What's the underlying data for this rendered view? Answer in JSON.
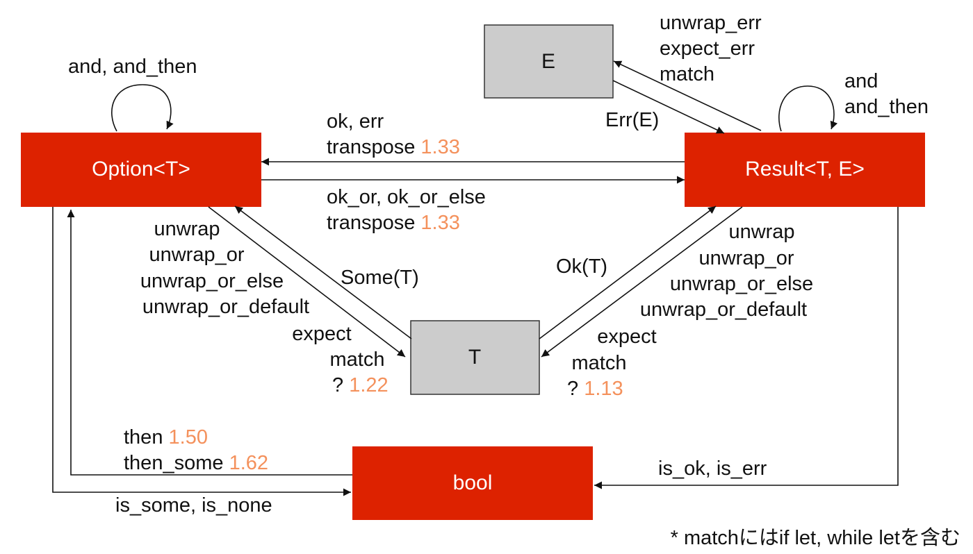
{
  "colors": {
    "red_node": "#dd2200",
    "gray_node": "#cccccc",
    "version": "#f4915c"
  },
  "nodes": {
    "option": "Option<T>",
    "result": "Result<T, E>",
    "e": "E",
    "t": "T",
    "bool": "bool"
  },
  "edges": {
    "option_self": "and, and_then",
    "result_self": [
      "and",
      "and_then"
    ],
    "result_to_option": {
      "line1": "ok, err",
      "line2": "transpose",
      "ver": "1.33"
    },
    "option_to_result": {
      "line1": "ok_or, ok_or_else",
      "line2": "transpose",
      "ver": "1.33"
    },
    "result_to_e": [
      "unwrap_err",
      "expect_err",
      "match"
    ],
    "e_to_result": "Err(E)",
    "option_to_t": [
      "unwrap",
      "unwrap_or",
      "unwrap_or_else",
      "unwrap_or_default",
      "expect",
      "match"
    ],
    "option_to_t_q": {
      "text": "?",
      "ver": "1.22"
    },
    "t_to_option": "Some(T)",
    "t_to_result": "Ok(T)",
    "result_to_t": [
      "unwrap",
      "unwrap_or",
      "unwrap_or_else",
      "unwrap_or_default",
      "expect",
      "match"
    ],
    "result_to_t_q": {
      "text": "?",
      "ver": "1.13"
    },
    "bool_to_option": {
      "line1": "then",
      "ver1": "1.50",
      "line2": "then_some",
      "ver2": "1.62"
    },
    "option_to_bool": "is_some, is_none",
    "result_to_bool": "is_ok, is_err"
  },
  "footnote": "* matchにはif let, while letを含む"
}
